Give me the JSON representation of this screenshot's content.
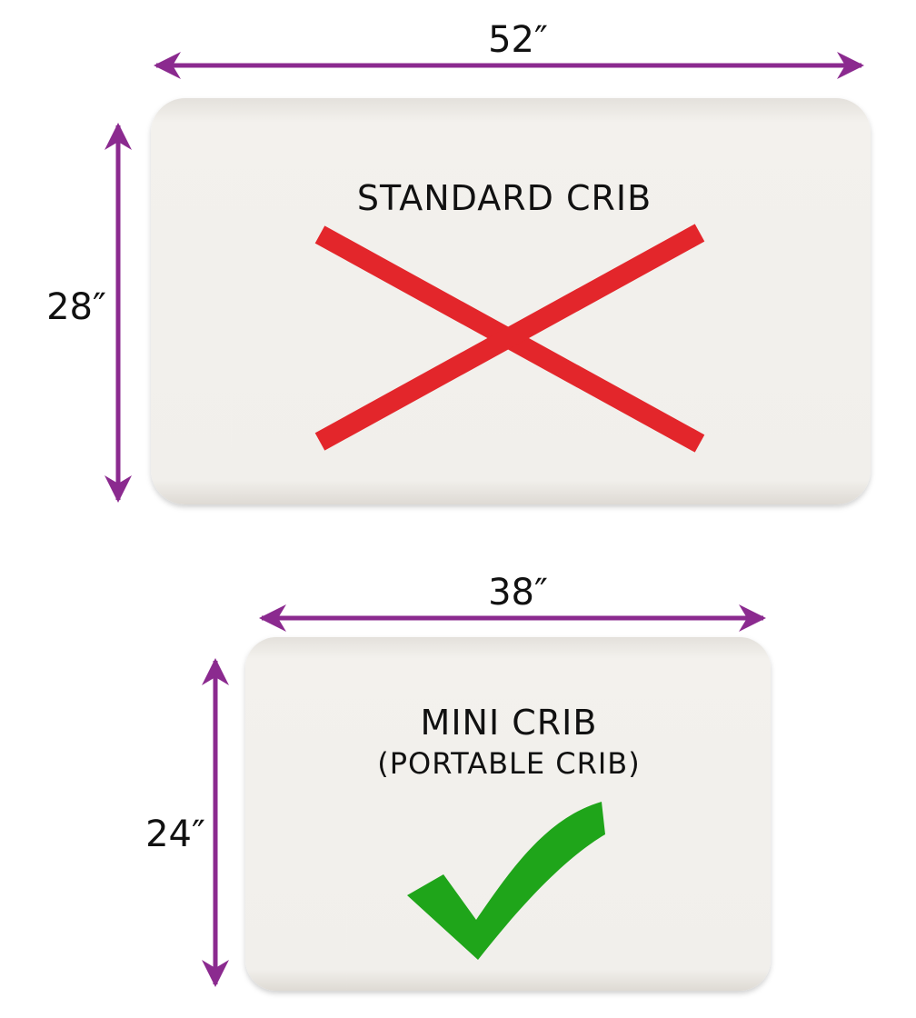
{
  "standard_crib": {
    "title": "STANDARD CRIB",
    "width_label": "52″",
    "height_label": "28″",
    "mark_icon": "red-x-icon"
  },
  "mini_crib": {
    "title": "MINI CRIB",
    "subtitle": "(PORTABLE CRIB)",
    "width_label": "38″",
    "height_label": "24″",
    "mark_icon": "green-checkmark-icon"
  },
  "colors": {
    "arrow": "#8b2a8f",
    "mattress": "#f1efeb",
    "cross": "#e3262b",
    "check": "#1fa51a"
  }
}
